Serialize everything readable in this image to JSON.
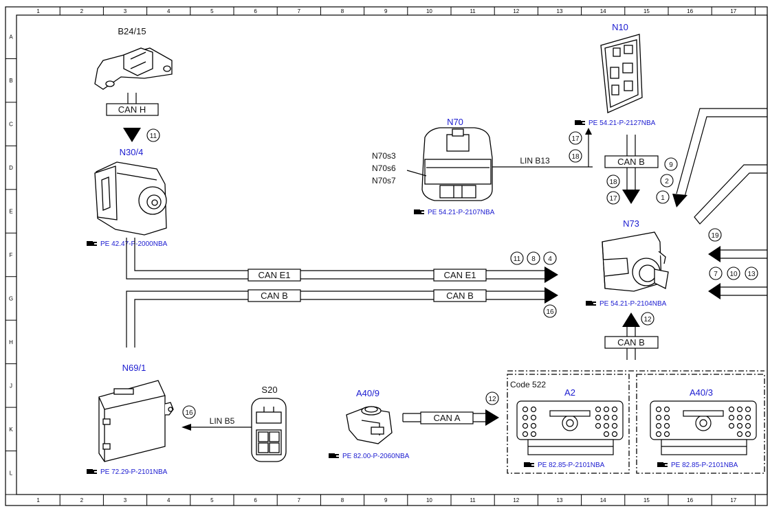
{
  "border": {
    "columns": [
      "1",
      "2",
      "3",
      "4",
      "5",
      "6",
      "7",
      "8",
      "9",
      "10",
      "11",
      "12",
      "13",
      "14",
      "15",
      "16",
      "17"
    ],
    "rows": [
      "A",
      "B",
      "C",
      "D",
      "E",
      "F",
      "G",
      "H",
      "J",
      "K",
      "L"
    ]
  },
  "components": {
    "b24_15": {
      "label": "B24/15"
    },
    "n30_4": {
      "label": "N30/4",
      "ref": "PE 42.47-P-2000NBA"
    },
    "n70": {
      "label": "N70",
      "ref": "PE 54.21-P-2107NBA",
      "switches": [
        "N70s3",
        "N70s6",
        "N70s7"
      ]
    },
    "n10": {
      "label": "N10",
      "ref": "PE 54.21-P-2127NBA"
    },
    "n73": {
      "label": "N73",
      "ref": "PE 54.21-P-2104NBA"
    },
    "n69_1": {
      "label": "N69/1",
      "ref": "PE 72.29-P-2101NBA"
    },
    "s20": {
      "label": "S20"
    },
    "a40_9": {
      "label": "A40/9",
      "ref": "PE 82.00-P-2060NBA"
    },
    "a2": {
      "label": "A2",
      "ref": "PE 82.85-P-2101NBA",
      "code": "Code 522"
    },
    "a40_3": {
      "label": "A40/3",
      "ref": "PE 82.85-P-2101NBA"
    }
  },
  "buses": {
    "can_h": "CAN H",
    "can_e1": "CAN E1",
    "can_b": "CAN B",
    "can_a": "CAN A",
    "lin_b13": "LIN B13",
    "lin_b5": "LIN B5"
  },
  "circled_numbers": {
    "c11_top": "11",
    "c17_n10": "17",
    "c18_n10": "18",
    "c9": "9",
    "c2": "2",
    "c1": "1",
    "c18_canb": "18",
    "c17_canb": "17",
    "c19": "19",
    "c11_e1": "11",
    "c8_e1": "8",
    "c4_e1": "4",
    "c16_canb": "16",
    "c7": "7",
    "c10": "10",
    "c13": "13",
    "c12_n73": "12",
    "c16_lin": "16",
    "c12_cana": "12"
  },
  "colors": {
    "label_blue": "#1a1ad0",
    "line": "#000000"
  }
}
